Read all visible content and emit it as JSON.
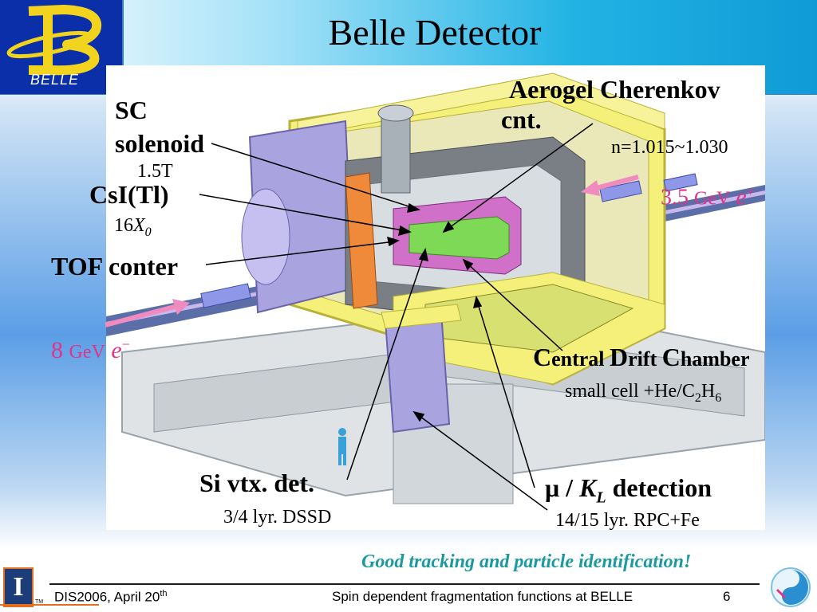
{
  "header": {
    "title": "Belle Detector",
    "logo_text": "BELLE"
  },
  "labels": {
    "sc_line1": "SC",
    "sc_line2": "solenoid",
    "sc_field": "1.5T",
    "csi": "CsI(Tl)",
    "csi_sub_num": "16",
    "csi_sub_x": "X",
    "csi_sub_0": "0",
    "tof": "TOF conter",
    "aerogel_line1": "Aerogel Cherenkov",
    "aerogel_line2": "cnt.",
    "aerogel_n": "n=1.015~1.030",
    "positron_energy": "3.5",
    "positron_unit": "GeV",
    "positron_particle": "e",
    "positron_charge": "+",
    "electron_energy": "8",
    "electron_unit": "GeV",
    "electron_particle": "e",
    "electron_charge": "−",
    "cdc_c1": "C",
    "cdc_w1": "entral ",
    "cdc_c2": "D",
    "cdc_w2": "rift ",
    "cdc_c3": "C",
    "cdc_w3": "hamber",
    "cdc_detail_a": "small cell +He/C",
    "cdc_detail_sub1": "2",
    "cdc_detail_b": "H",
    "cdc_detail_sub2": "6",
    "si_title": "Si vtx. det.",
    "si_detail": "3/4 lyr. DSSD",
    "mu_symbol": "μ",
    "mu_slash": " / ",
    "mu_k": "K",
    "mu_l": "L",
    "mu_rest": " detection",
    "mu_detail": "14/15 lyr. RPC+Fe"
  },
  "tagline": "Good tracking and particle identification!",
  "footer": {
    "left": "DIS2006, April 20",
    "left_sup": "th",
    "center": "Spin dependent fragmentation functions at BELLE",
    "page": "6",
    "uiuc_letter": "I",
    "uiuc_tm": "TM"
  },
  "colors": {
    "beam_arrow": "#f08bbf",
    "beam_label": "#e0348a",
    "tagline": "#1a9aa0",
    "yellow_frame": "#f4f07a",
    "purple_endcap": "#a9a3e0",
    "grey_structure": "#c9ced3"
  }
}
